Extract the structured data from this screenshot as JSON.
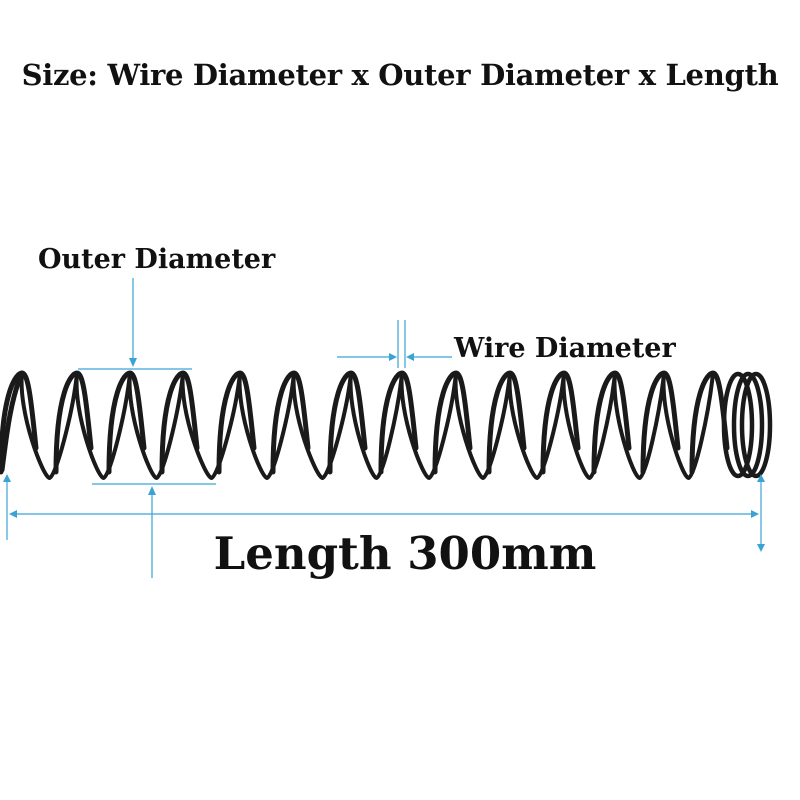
{
  "title": "Size: Wire Diameter x Outer Diameter x Length",
  "labels": {
    "outer_diameter": "Outer Diameter",
    "wire_diameter": "Wire Diameter",
    "length": "Length 300mm"
  },
  "colors": {
    "spring": "#1a1a1a",
    "dimension_lines": "#3aa3d6",
    "text": "#111111",
    "background": "#ffffff"
  }
}
